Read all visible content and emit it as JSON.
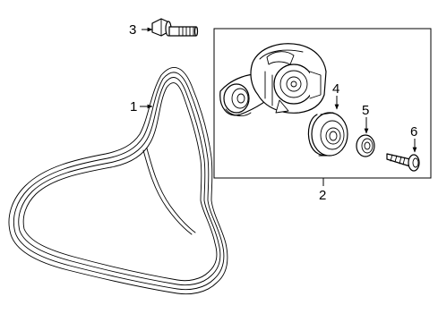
{
  "diagram": {
    "callouts": {
      "belt": "1",
      "tensioner_assembly": "2",
      "bolt": "3",
      "pulley": "4",
      "spacer": "5",
      "pulley_bolt": "6"
    }
  }
}
